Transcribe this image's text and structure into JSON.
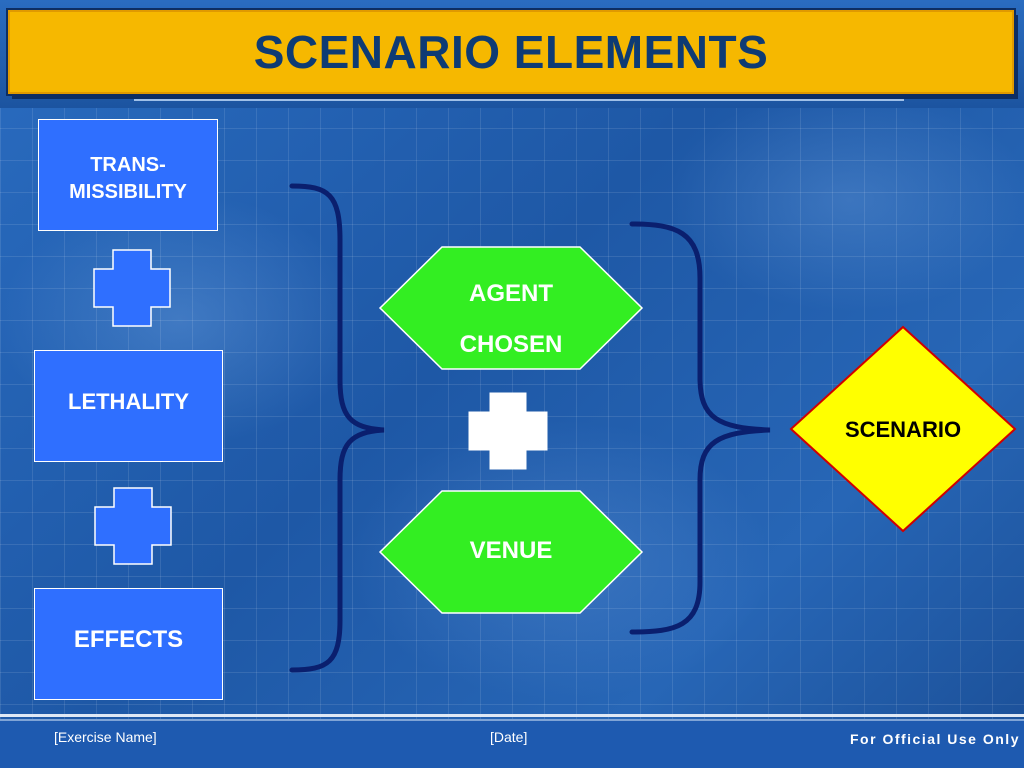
{
  "title": "SCENARIO ELEMENTS",
  "left_boxes": {
    "transmissibility": {
      "line1": "TRANS-",
      "line2": "MISSIBILITY"
    },
    "lethality": "LETHALITY",
    "effects": "EFFECTS"
  },
  "hexagons": {
    "agent": {
      "line1": "AGENT",
      "line2": "CHOSEN"
    },
    "venue": "VENUE"
  },
  "result": "SCENARIO",
  "footer": {
    "exercise_name": "[Exercise Name]",
    "date": "[Date]",
    "classification": "For Official Use Only"
  },
  "colors": {
    "title_bar": "#f6b800",
    "title_text": "#0e3b74",
    "box_fill": "#2f6fff",
    "hexagon_fill": "#33ee22",
    "diamond_fill": "#ffff00",
    "diamond_border": "#d00000",
    "brace": "#0a1f6e"
  },
  "icons": [
    "plus-icon",
    "plus-icon",
    "plus-icon",
    "left-brace",
    "right-brace"
  ]
}
